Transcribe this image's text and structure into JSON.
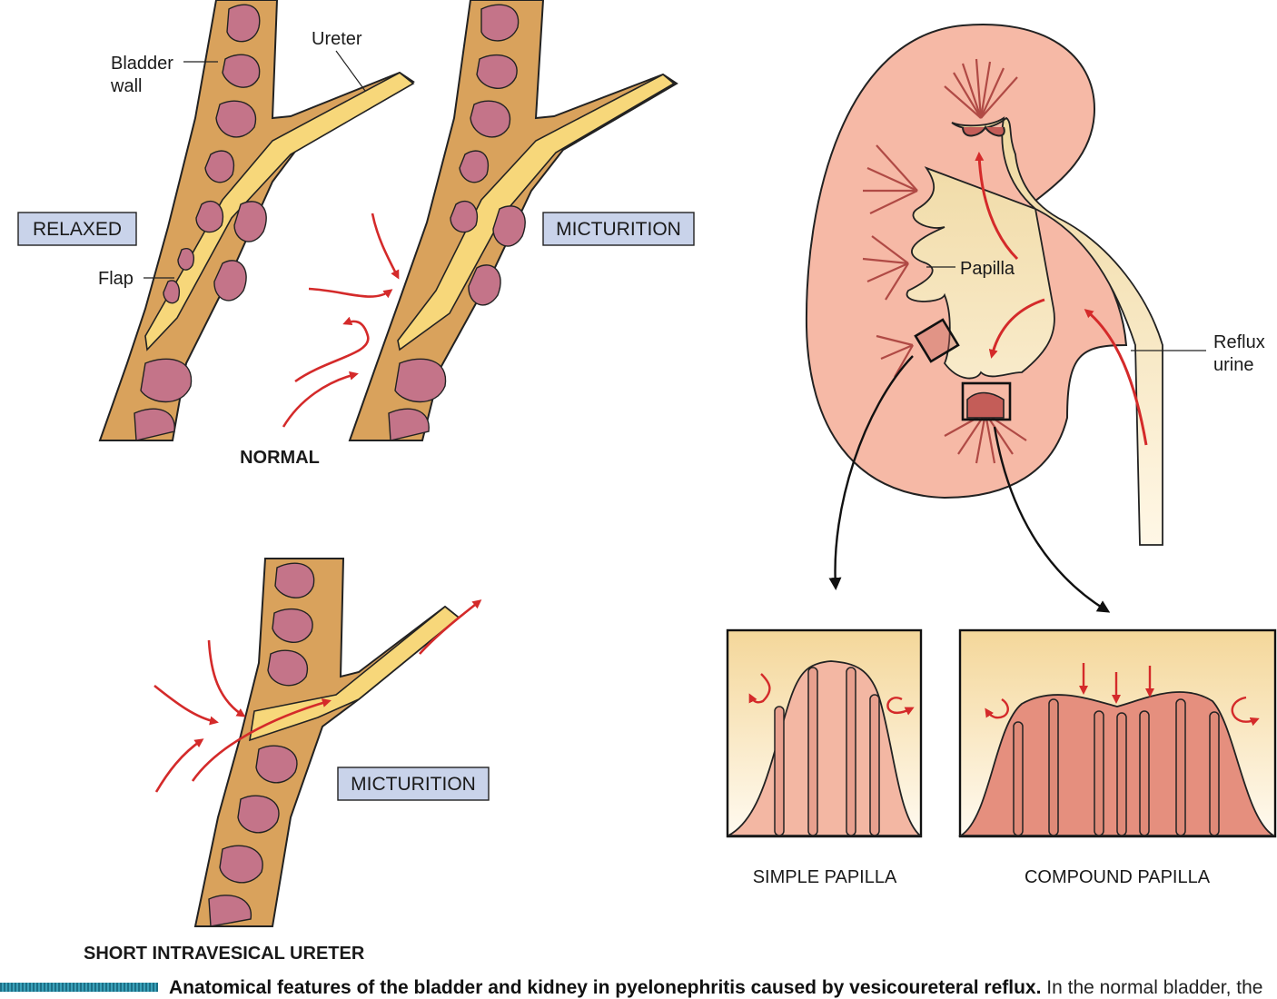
{
  "labels": {
    "bladder_wall": "Bladder",
    "bladder_wall_2": "wall",
    "ureter": "Ureter",
    "flap": "Flap",
    "relaxed": "RELAXED",
    "micturition_top": "MICTURITION",
    "normal": "NORMAL",
    "micturition_bottom": "MICTURITION",
    "short_intravesical": "SHORT INTRAVESICAL URETER",
    "papilla": "Papilla",
    "reflux": "Reflux",
    "reflux_2": "urine",
    "simple_papilla": "SIMPLE PAPILLA",
    "compound_papilla": "COMPOUND PAPILLA"
  },
  "caption": {
    "bold": "Anatomical features of the bladder and kidney in pyelonephritis caused by vesicoureteral reflux.",
    "regular": "In the normal bladder, the"
  },
  "colors": {
    "tissue": "#d9a25c",
    "tissue_light": "#e8b878",
    "pocket": "#c47489",
    "ureter_lumen": "#f7d77a",
    "kidney": "#f6b9a6",
    "pelvis": "#f3dfa8",
    "arrow": "#d42a2a",
    "box_fill": "#c9d3ea"
  }
}
